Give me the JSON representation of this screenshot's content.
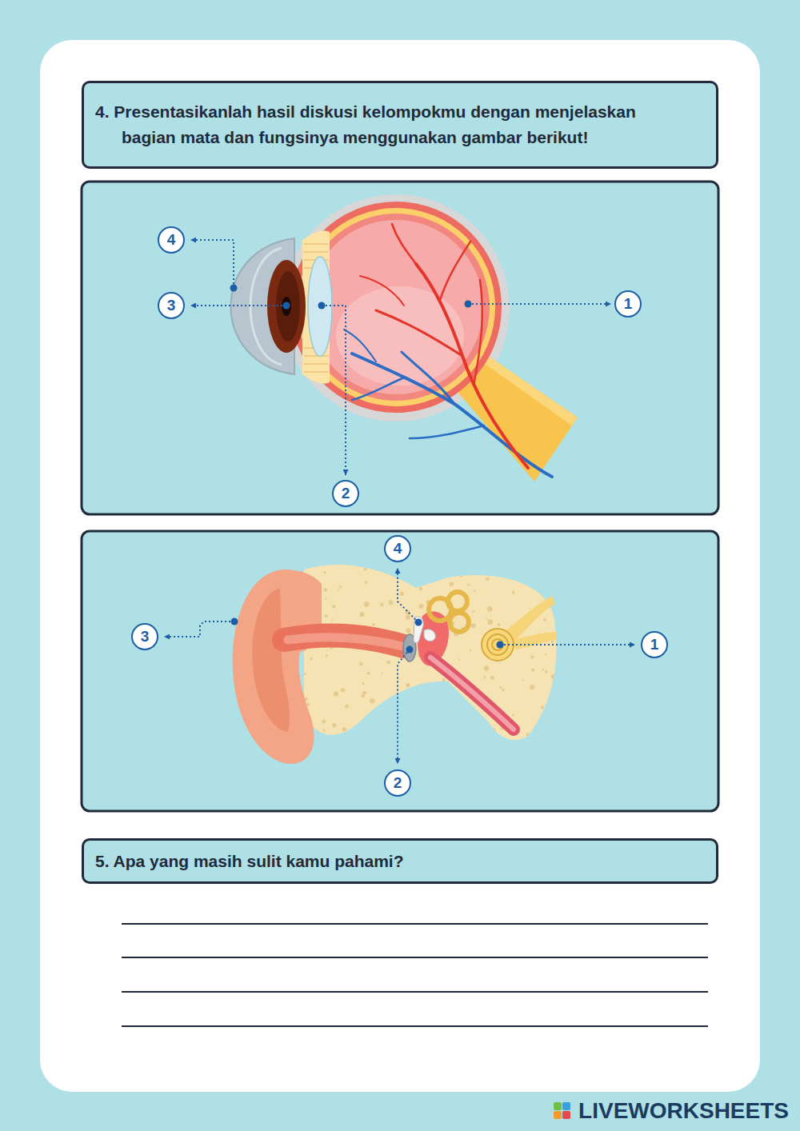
{
  "diagram": {
    "nodes": [
      {
        "text": [
          "4. Presentasikanlah hasil diskusi kelompokmu dengan menjelaskan bagian mata dan fungsinya menggunakan gambar berikut!"
        ]
      },
      {
        "text": [
          "4"
        ]
      },
      {
        "text": [
          "3"
        ]
      },
      {
        "text": [
          "1"
        ]
      },
      {
        "text": [
          "2"
        ]
      },
      {
        "text": [
          "4"
        ]
      },
      {
        "text": [
          "3"
        ]
      },
      {
        "text": [
          "1"
        ]
      },
      {
        "text": [
          "2"
        ]
      },
      {
        "text": [
          "5. Apa yang masih sulit kamu pahami?"
        ]
      }
    ],
    "labels": [
      "LIVEWORKSHEETS"
    ]
  }
}
